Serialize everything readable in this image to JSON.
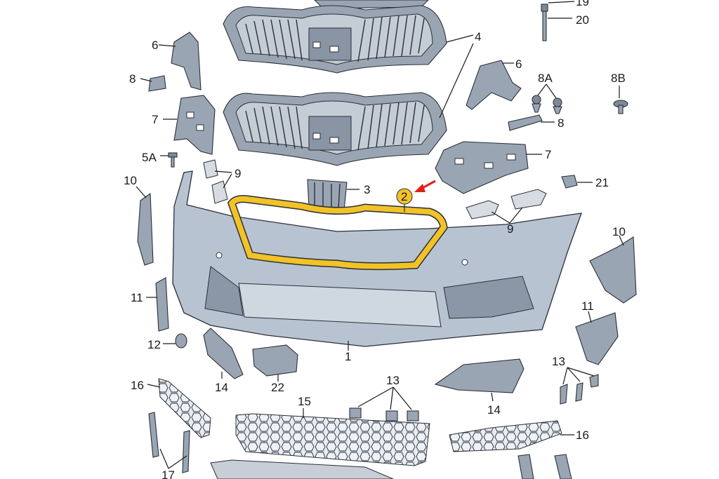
{
  "diagram": {
    "accent_highlight_color": "#f2c227",
    "arrow_color": "#e0201b",
    "part_fill_color": "#9aa5b3",
    "highlighted_part": "2",
    "callouts": {
      "c19": "19",
      "c20": "20",
      "c4": "4",
      "c6_left": "6",
      "c6_right": "6",
      "c8_left": "8",
      "c8_right": "8",
      "c8A": "8A",
      "c8B": "8B",
      "c7_left": "7",
      "c7_right": "7",
      "c5A": "5A",
      "c9_left": "9",
      "c9_right": "9",
      "c10_left": "10",
      "c10_right": "10",
      "c3": "3",
      "c2": "2",
      "c21": "21",
      "c1": "1",
      "c11_left": "11",
      "c11_right": "11",
      "c12": "12",
      "c14_left": "14",
      "c14_right": "14",
      "c22": "22",
      "c13_left": "13",
      "c13_right": "13",
      "c16_left": "16",
      "c16_right": "16",
      "c15": "15",
      "c17": "17"
    }
  }
}
